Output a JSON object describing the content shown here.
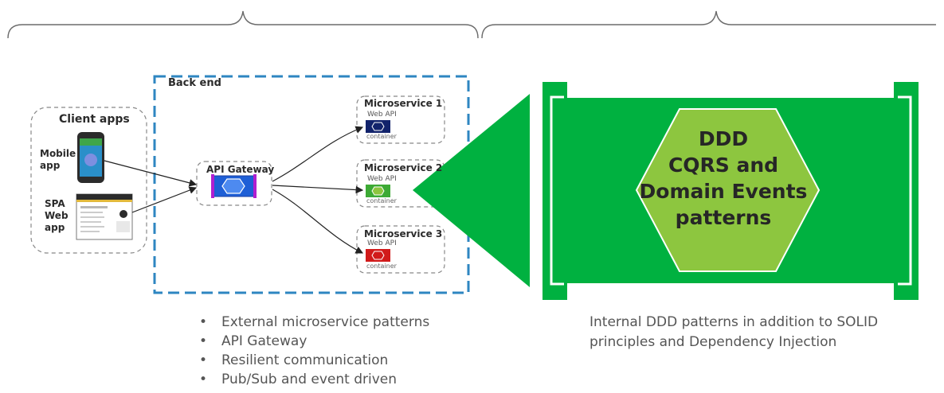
{
  "back_end": {
    "label": "Back end"
  },
  "client_apps": {
    "title": "Client apps",
    "mobile_line1": "Mobile",
    "mobile_line2": "app",
    "spa_line1": "SPA",
    "spa_line2": "Web",
    "spa_line3": "app"
  },
  "api_gateway": {
    "label": "API Gateway"
  },
  "microservices": [
    {
      "title": "Microservice 1",
      "api_label": "Web API",
      "container_label": "container",
      "color": "#12236b"
    },
    {
      "title": "Microservice 2",
      "api_label": "Web API",
      "container_label": "container",
      "color": "#3daa35"
    },
    {
      "title": "Microservice 3",
      "api_label": "Web API",
      "container_label": "container",
      "color": "#d11a1a"
    }
  ],
  "ddd_hexagon": {
    "line1": "DDD",
    "line2": "CQRS and",
    "line3": "Domain Events",
    "line4": "patterns"
  },
  "external_patterns": [
    "External microservice patterns",
    "API Gateway",
    "Resilient communication",
    "Pub/Sub and event driven"
  ],
  "internal_patterns_text": "Internal DDD patterns in addition to SOLID principles and Dependency Injection",
  "colors": {
    "green_panel": "#00b140",
    "hexagon_fill": "#8dc63f",
    "backend_dash": "#2e86c1",
    "gateway_blue": "#1e5fd6"
  }
}
